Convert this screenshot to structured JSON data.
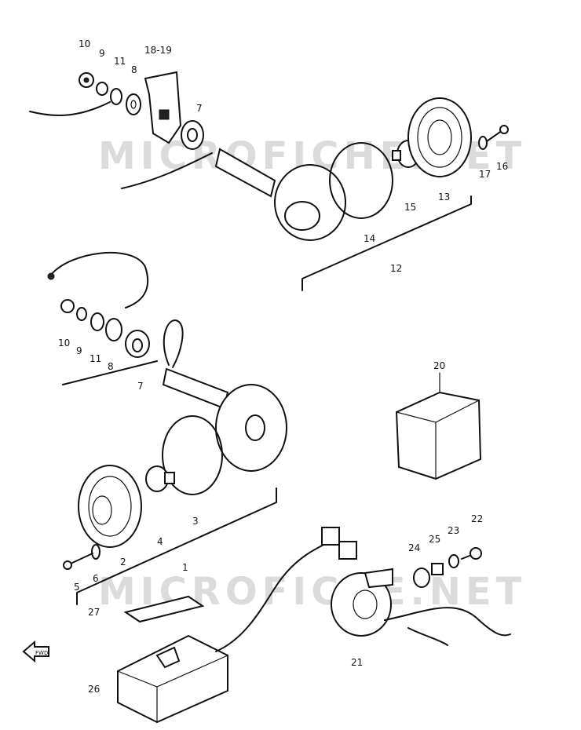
{
  "watermarks": [
    "MICROFICHE.NET",
    "MICROFICHE.NET"
  ],
  "callouts": {
    "c10a": "10",
    "c9a": "9",
    "c11a": "11",
    "c8a": "8",
    "c1819": "18-19",
    "c7a": "7",
    "c17": "17",
    "c16": "16",
    "c15": "15",
    "c13": "13",
    "c14": "14",
    "c12": "12",
    "c10b": "10",
    "c9b": "9",
    "c11b": "11",
    "c8b": "8",
    "c7b": "7",
    "c20": "20",
    "c3": "3",
    "c4": "4",
    "c2": "2",
    "c1": "1",
    "c5": "5",
    "c6": "6",
    "c22": "22",
    "c23": "23",
    "c25": "25",
    "c24": "24",
    "c21": "21",
    "c27": "27",
    "c26": "26"
  },
  "front_marker": "FWD"
}
